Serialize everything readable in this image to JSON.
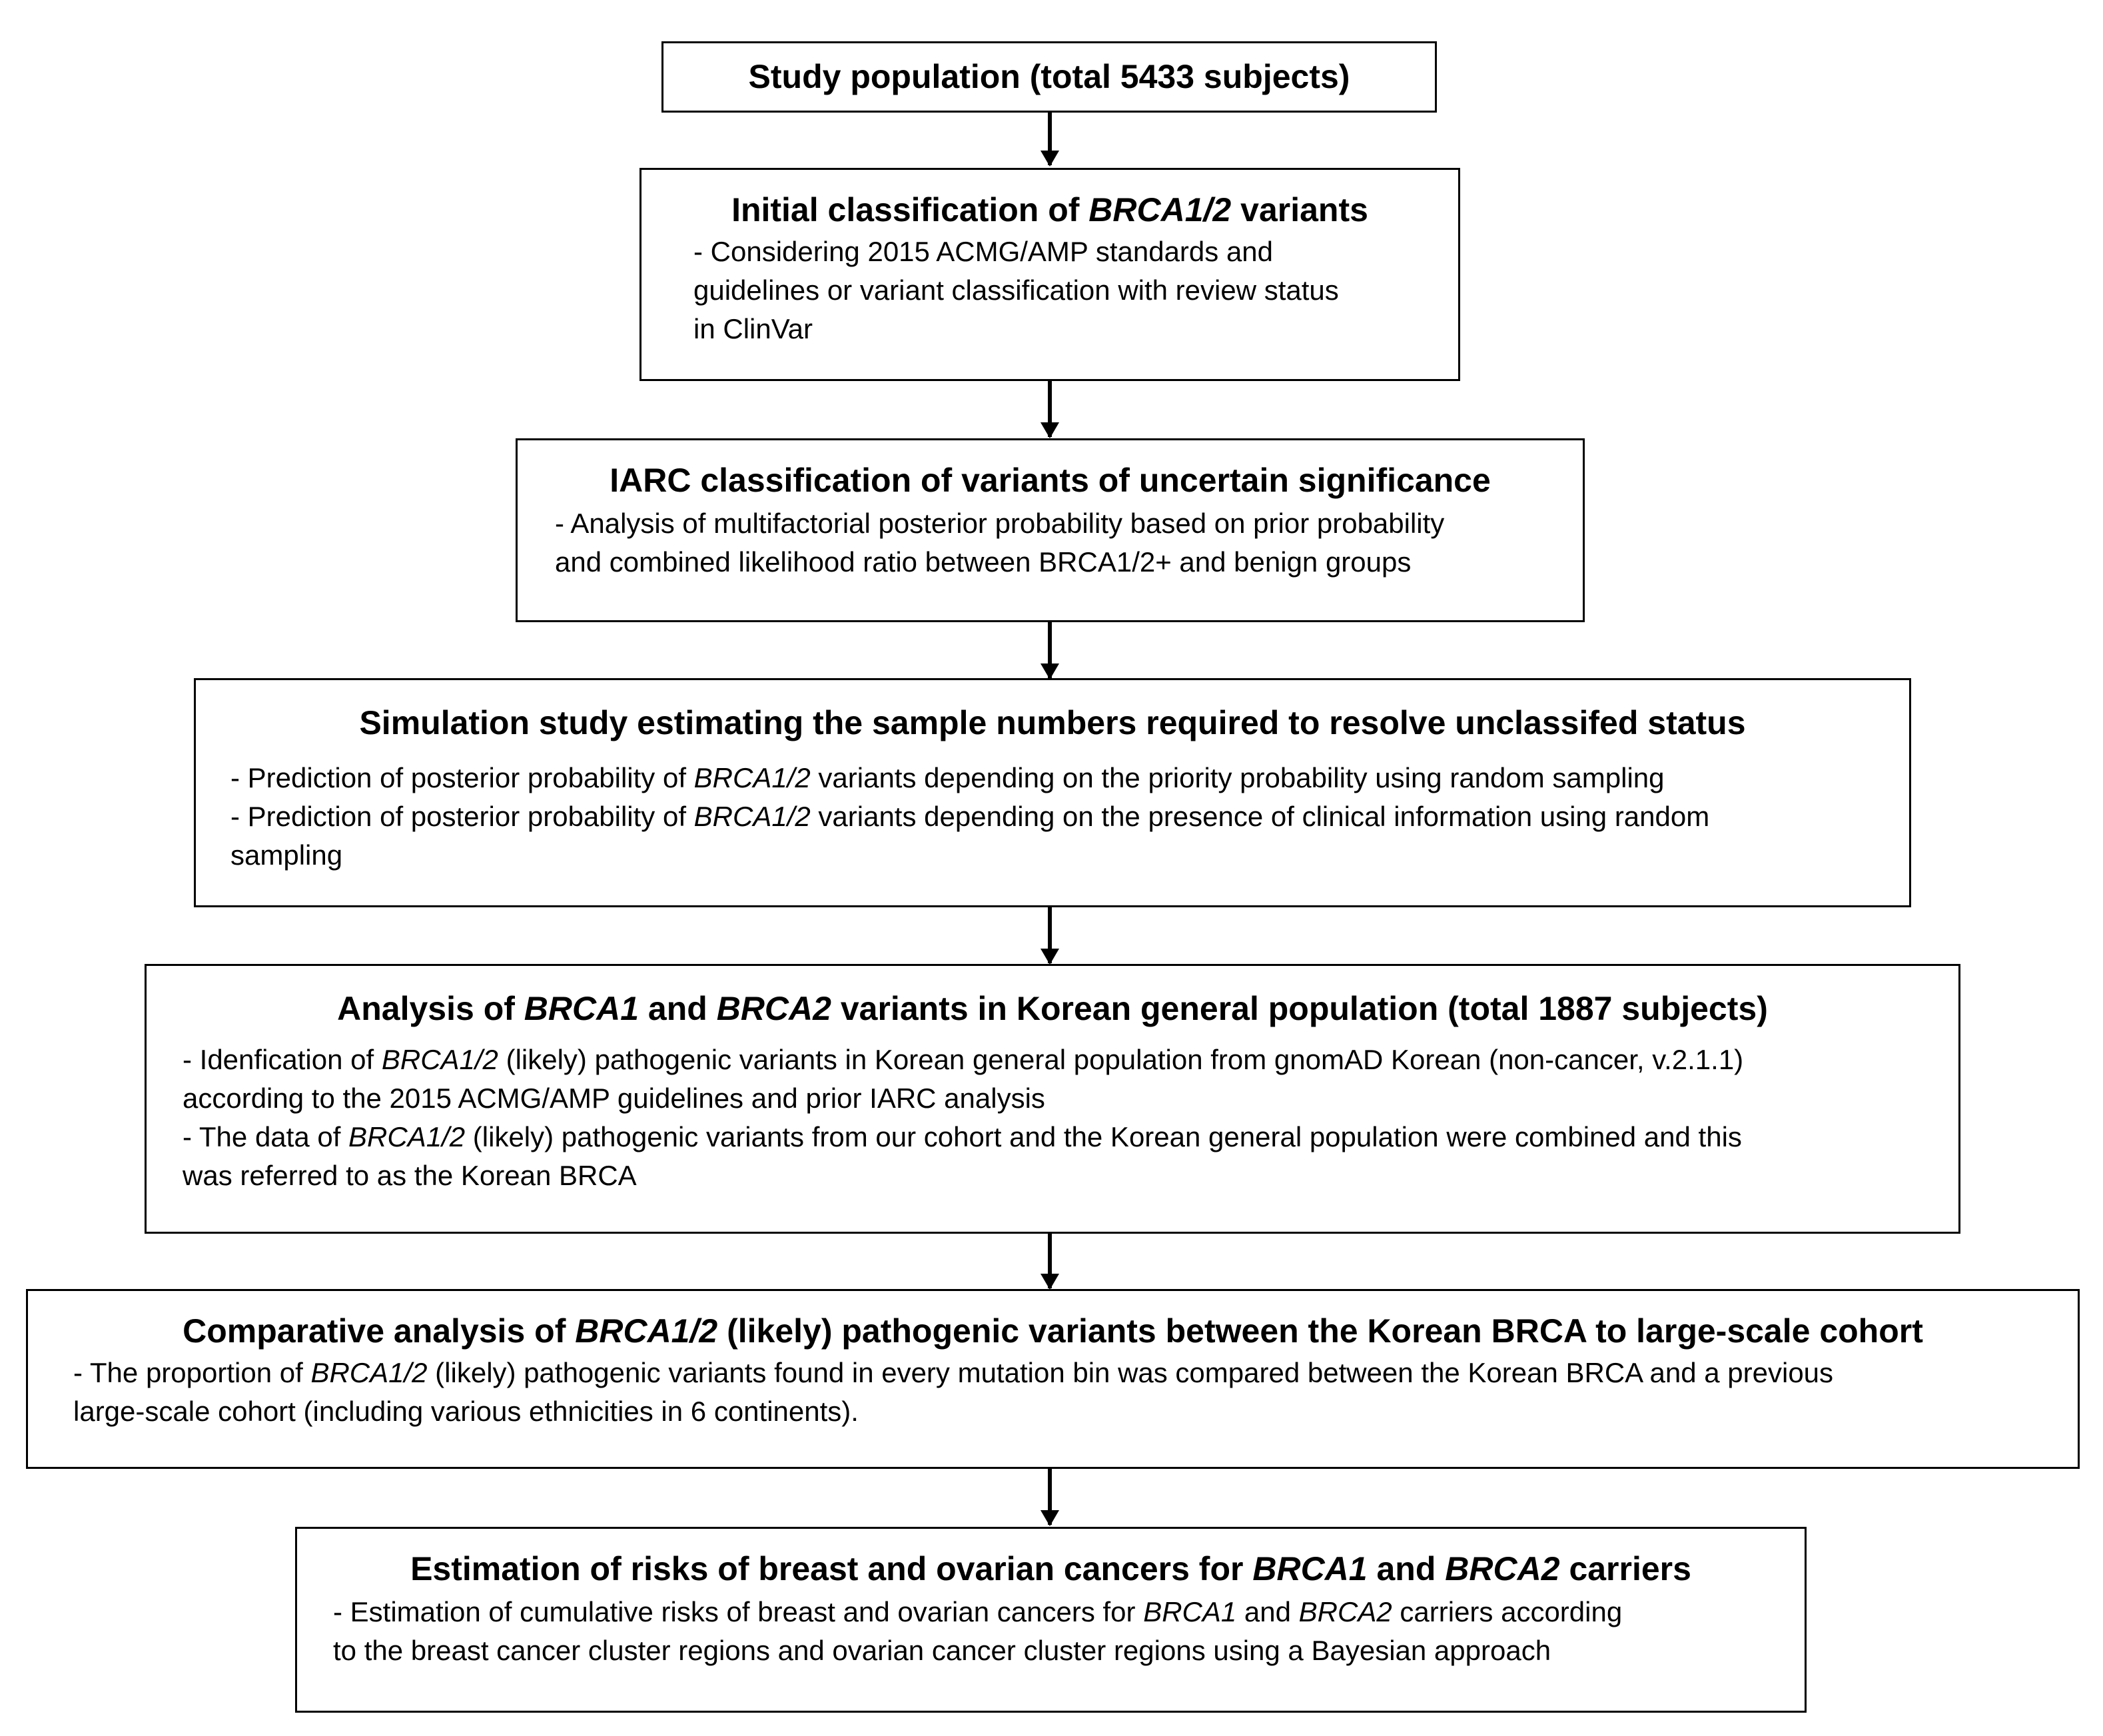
{
  "boxes": [
    {
      "title": [
        {
          "t": "Study population (total 5433 subjects)"
        }
      ],
      "lines": []
    },
    {
      "title": [
        {
          "t": "Initial classification of "
        },
        {
          "t": "BRCA1/2",
          "i": true
        },
        {
          "t": " variants"
        }
      ],
      "lines": [
        [
          {
            "t": "- Considering 2015 ACMG/AMP standards and"
          }
        ],
        [
          {
            "t": "guidelines or variant classification with review status"
          }
        ],
        [
          {
            "t": "in ClinVar"
          }
        ]
      ]
    },
    {
      "title": [
        {
          "t": "IARC classification of variants of uncertain significance"
        }
      ],
      "lines": [
        [
          {
            "t": "- Analysis of multifactorial posterior probability based on prior probability"
          }
        ],
        [
          {
            "t": "and combined likelihood ratio between BRCA1/2+ and benign groups"
          }
        ]
      ]
    },
    {
      "title": [
        {
          "t": "Simulation study estimating the sample numbers required to resolve unclassifed status"
        }
      ],
      "lines": [
        [
          {
            "t": "- Prediction of posterior probability of "
          },
          {
            "t": "BRCA1/2",
            "i": true
          },
          {
            "t": " variants depending on the priority probability using random sampling"
          }
        ],
        [
          {
            "t": "- Prediction of posterior probability of "
          },
          {
            "t": "BRCA1/2",
            "i": true
          },
          {
            "t": " variants depending on the presence of clinical information using random"
          }
        ],
        [
          {
            "t": "sampling"
          }
        ]
      ]
    },
    {
      "title": [
        {
          "t": "Analysis of "
        },
        {
          "t": "BRCA1",
          "i": true
        },
        {
          "t": " and "
        },
        {
          "t": "BRCA2",
          "i": true
        },
        {
          "t": " variants in Korean general population (total 1887 subjects)"
        }
      ],
      "lines": [
        [
          {
            "t": "- Idenfication of "
          },
          {
            "t": "BRCA1/2",
            "i": true
          },
          {
            "t": " (likely) pathogenic variants in Korean general population from gnomAD Korean (non-cancer, v.2.1.1)"
          }
        ],
        [
          {
            "t": "according to the 2015 ACMG/AMP guidelines and prior IARC analysis"
          }
        ],
        [
          {
            "t": "- The data of "
          },
          {
            "t": "BRCA1/2",
            "i": true
          },
          {
            "t": " (likely) pathogenic variants from our cohort and the Korean general population were combined and this"
          }
        ],
        [
          {
            "t": "was referred to as the Korean BRCA"
          }
        ]
      ]
    },
    {
      "title": [
        {
          "t": "Comparative analysis of "
        },
        {
          "t": "BRCA1/2",
          "i": true
        },
        {
          "t": " (likely) pathogenic variants between the Korean BRCA to large-scale cohort"
        }
      ],
      "lines": [
        [
          {
            "t": "- The proportion of "
          },
          {
            "t": "BRCA1/2",
            "i": true
          },
          {
            "t": " (likely) pathogenic variants found in every mutation bin was compared between the Korean BRCA and a previous"
          }
        ],
        [
          {
            "t": "large-scale cohort (including various ethnicities in 6 continents)."
          }
        ]
      ]
    },
    {
      "title": [
        {
          "t": "Estimation of risks of breast and ovarian cancers for "
        },
        {
          "t": "BRCA1",
          "i": true
        },
        {
          "t": " and "
        },
        {
          "t": "BRCA2",
          "i": true
        },
        {
          "t": " carriers"
        }
      ],
      "lines": [
        [
          {
            "t": "- Estimation of cumulative risks of breast and ovarian cancers for "
          },
          {
            "t": "BRCA1",
            "i": true
          },
          {
            "t": " and "
          },
          {
            "t": "BRCA2",
            "i": true
          },
          {
            "t": " carriers according"
          }
        ],
        [
          {
            "t": "to the breast cancer cluster regions and ovarian cancer cluster regions using a Bayesian approach"
          }
        ]
      ]
    }
  ]
}
